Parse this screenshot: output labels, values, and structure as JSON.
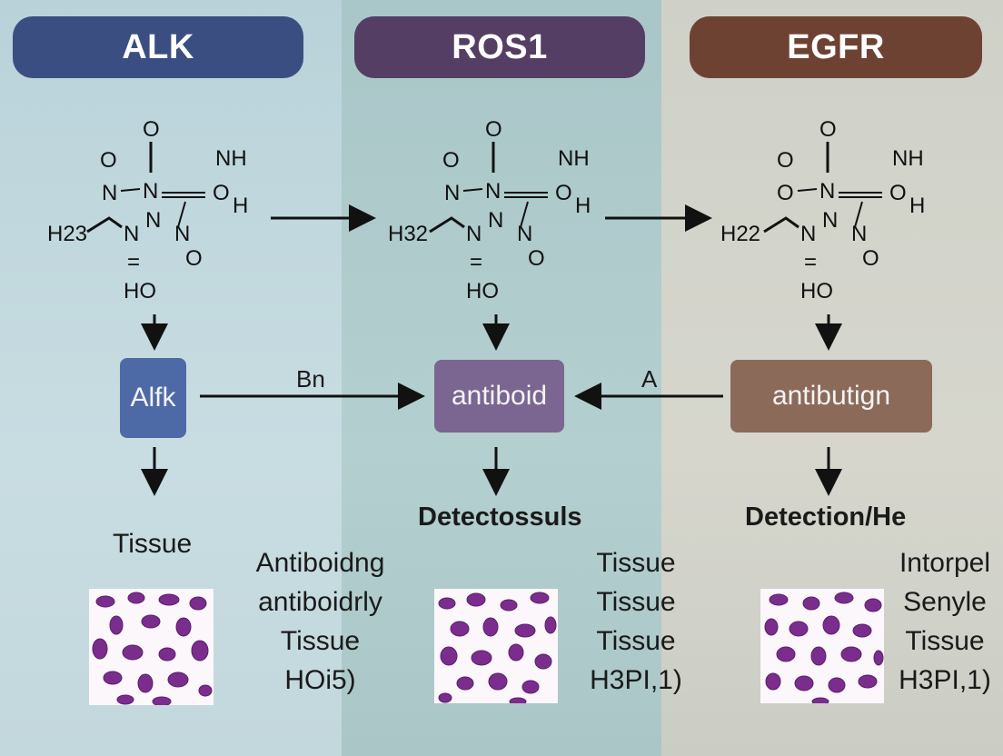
{
  "headers": {
    "alk": "ALK",
    "ros1": "ROS1",
    "egfr": "EGFR"
  },
  "molecules": [
    {
      "atoms": {
        "top_o": "O",
        "left_o": "O",
        "n_left": "N",
        "n_center": "N",
        "nh": "NH",
        "o_h": "O",
        "h_right": "H",
        "h_group": "H23",
        "n_mid": "N",
        "n_lower": "N",
        "o_lower": "O",
        "eq": "=",
        "ho": "HO"
      }
    },
    {
      "atoms": {
        "top_o": "O",
        "left_o": "O",
        "n_left": "N",
        "n_center": "N",
        "nh": "NH",
        "o_h": "O",
        "h_right": "H",
        "h_group": "H32",
        "n_mid": "N",
        "n_lower": "N",
        "o_lower": "O",
        "eq": "=",
        "ho": "HO"
      }
    },
    {
      "atoms": {
        "top_o": "O",
        "left_o": "O",
        "n_left": "O",
        "n_center": "N",
        "nh": "NH",
        "o_h": "O",
        "h_right": "H",
        "h_group": "H22",
        "n_mid": "N",
        "n_lower": "N",
        "o_lower": "O",
        "eq": "=",
        "ho": "HO"
      }
    }
  ],
  "boxes": {
    "alk": "Alfk",
    "ros1": "antiboid",
    "egfr": "antibutign"
  },
  "arrow_labels": {
    "left": "Bn",
    "right": "A"
  },
  "detection": {
    "alk": "Tissue",
    "ros1": "Detectossuls",
    "egfr": "Detection/He"
  },
  "columns": {
    "alk": [
      "Antiboidng",
      "antiboidrly",
      "Tissue",
      "HOi5)"
    ],
    "ros1": [
      "Tissue",
      "Tissue",
      "Tissue",
      "H3PI,1)"
    ],
    "egfr": [
      "Intorpel",
      "Senyle",
      "Tissue",
      "H3PI,1)"
    ]
  },
  "colors": {
    "alk_header": "#3b4e82",
    "ros1_header": "#553e63",
    "egfr_header": "#6e4233",
    "cell_stain": "#7b2d8e"
  }
}
